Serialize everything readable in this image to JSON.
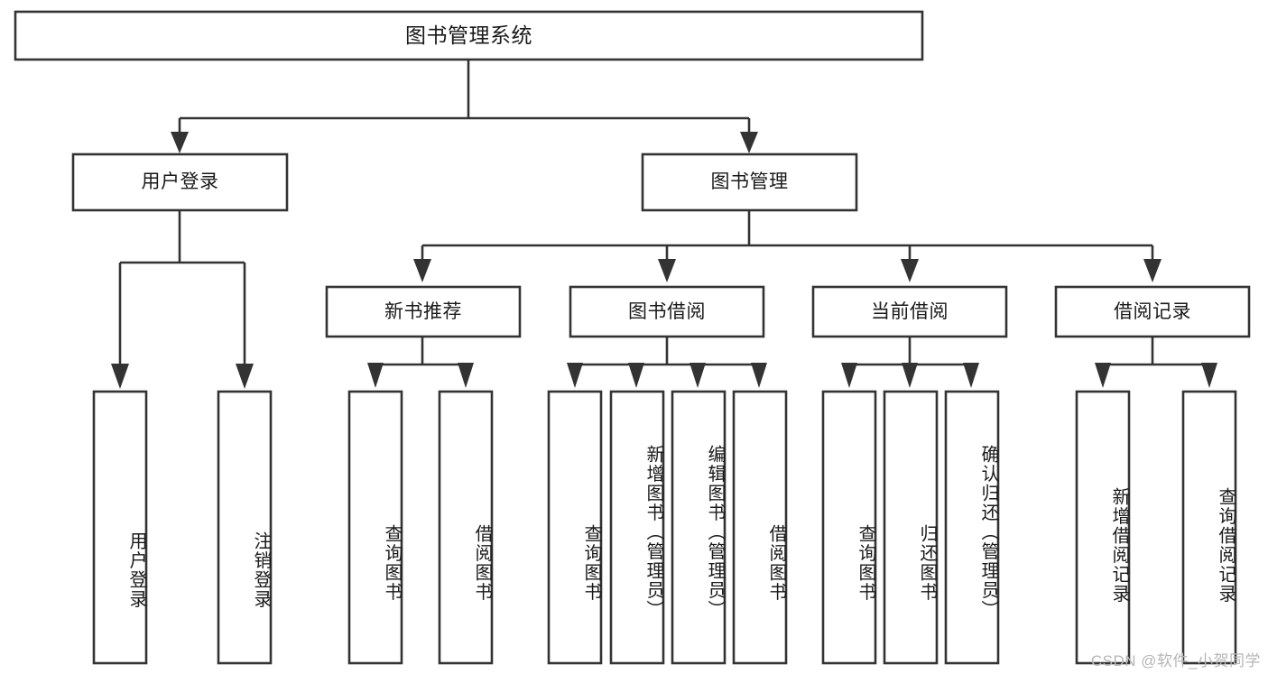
{
  "diagram": {
    "title": "图书管理系统",
    "type": "tree-hierarchy",
    "watermark": "CSDN @软件_小贺同学",
    "root": {
      "id": "root",
      "label": "图书管理系统",
      "orientation": "horizontal"
    },
    "level2": [
      {
        "id": "user-login",
        "label": "用户登录",
        "orientation": "horizontal"
      },
      {
        "id": "book-manage",
        "label": "图书管理",
        "orientation": "horizontal"
      }
    ],
    "level3": [
      {
        "id": "new-book-recommend",
        "label": "新书推荐",
        "orientation": "horizontal",
        "parent": "book-manage"
      },
      {
        "id": "book-borrow",
        "label": "图书借阅",
        "orientation": "horizontal",
        "parent": "book-manage"
      },
      {
        "id": "current-borrow",
        "label": "当前借阅",
        "orientation": "horizontal",
        "parent": "book-manage"
      },
      {
        "id": "borrow-record",
        "label": "借阅记录",
        "orientation": "horizontal",
        "parent": "book-manage"
      }
    ],
    "leaves": [
      {
        "id": "leaf-user-login",
        "label": "用户登录",
        "orientation": "vertical",
        "parent": "user-login"
      },
      {
        "id": "leaf-logout-login",
        "label": "注销登录",
        "orientation": "vertical",
        "parent": "user-login"
      },
      {
        "id": "leaf-query-book-1",
        "label": "查询图书",
        "orientation": "vertical",
        "parent": "new-book-recommend"
      },
      {
        "id": "leaf-borrow-book-1",
        "label": "借阅图书",
        "orientation": "vertical",
        "parent": "new-book-recommend"
      },
      {
        "id": "leaf-query-book-2",
        "label": "查询图书",
        "orientation": "vertical",
        "parent": "book-borrow"
      },
      {
        "id": "leaf-add-book",
        "label": "新增图书（管理员）",
        "orientation": "vertical",
        "parent": "book-borrow"
      },
      {
        "id": "leaf-edit-book",
        "label": "编辑图书（管理员）",
        "orientation": "vertical",
        "parent": "book-borrow"
      },
      {
        "id": "leaf-borrow-book-2",
        "label": "借阅图书",
        "orientation": "vertical",
        "parent": "book-borrow"
      },
      {
        "id": "leaf-query-book-3",
        "label": "查询图书",
        "orientation": "vertical",
        "parent": "current-borrow"
      },
      {
        "id": "leaf-return-book",
        "label": "归还图书",
        "orientation": "vertical",
        "parent": "current-borrow"
      },
      {
        "id": "leaf-confirm-return",
        "label": "确认归还（管理员）",
        "orientation": "vertical",
        "parent": "current-borrow"
      },
      {
        "id": "leaf-add-record",
        "label": "新增借阅记录",
        "orientation": "vertical",
        "parent": "borrow-record"
      },
      {
        "id": "leaf-query-record",
        "label": "查询借阅记录",
        "orientation": "vertical",
        "parent": "borrow-record"
      }
    ],
    "colors": {
      "box_stroke": "#333333",
      "box_fill": "#ffffff",
      "text": "#1a1a1a",
      "connector": "#333333",
      "watermark": "#b6b6b6",
      "background": "#ffffff"
    }
  }
}
